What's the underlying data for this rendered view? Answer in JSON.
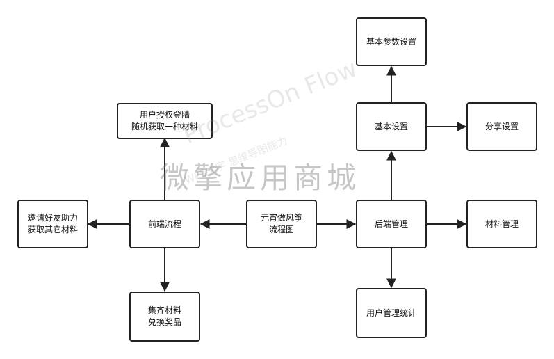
{
  "nodes": {
    "main": "元宵做风筝\n流程图",
    "frontend": "前端流程",
    "backend": "后端管理",
    "login": "用户授权登陆\n随机获取一种材料",
    "invite": "邀请好友助力\n获取其它材料",
    "collect": "集齐材料\n兑换奖品",
    "basic_settings": "基本设置",
    "basic_params": "基本参数设置",
    "share_settings": "分享设置",
    "material_mgmt": "材料管理",
    "user_stats": "用户管理统计"
  },
  "watermark": {
    "brand": "微擎应用商城",
    "flow": "ProcessOn Flow",
    "sub": "WPS文字 思维导图能力"
  },
  "colors": {
    "stroke": "#222222",
    "background": "#ffffff"
  }
}
